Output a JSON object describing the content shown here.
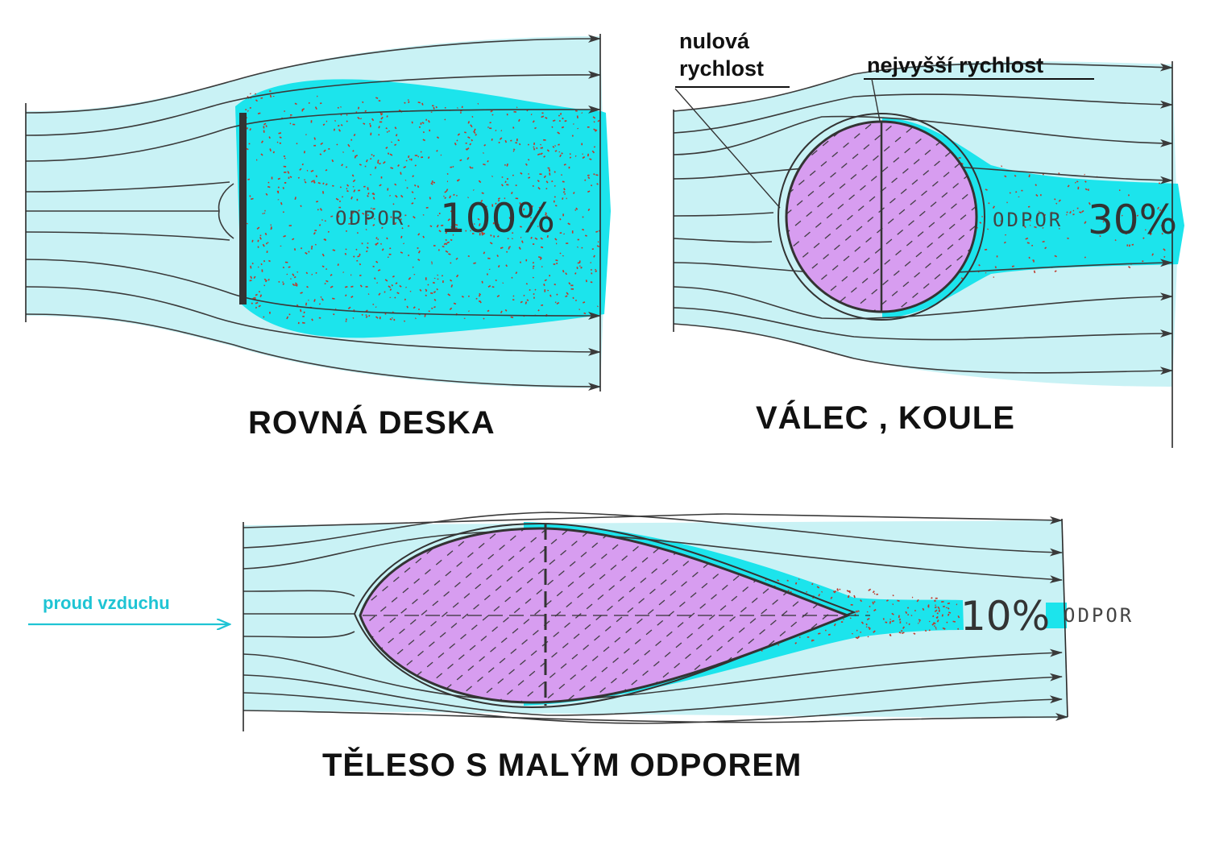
{
  "colors": {
    "stream_fill": "#c9f2f5",
    "wake_fill": "#1ce4ec",
    "body_fill": "#d79df0",
    "body_hatch": "#333333",
    "plate": "#333333",
    "wake_dots": "#c0392b",
    "air_arrow": "#1fc4d4"
  },
  "panels": [
    {
      "caption": "ROVNÁ DESKA",
      "odpor_word": "ODPOR",
      "percent": "100%",
      "drag_percent": 100,
      "body_shape": "flat-plate"
    },
    {
      "caption": "VÁLEC , KOULE",
      "odpor_word": "ODPOR",
      "percent": "30%",
      "drag_percent": 30,
      "body_shape": "cylinder-sphere",
      "label_zero_speed": [
        "nulová",
        "rychlost"
      ],
      "label_max_speed": "nejvyšší rychlost"
    },
    {
      "caption": "TĚLESO S MALÝM ODPOREM",
      "odpor_word": "ODPOR",
      "percent": "10%",
      "drag_percent": 10,
      "body_shape": "streamlined-teardrop"
    }
  ],
  "airflow": {
    "label": "proud vzduchu",
    "icon": "right-arrow-icon"
  }
}
